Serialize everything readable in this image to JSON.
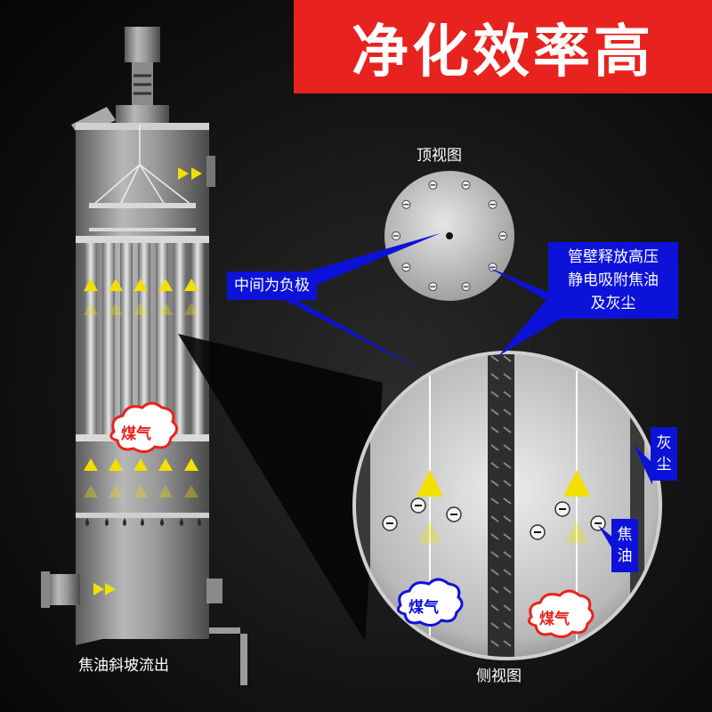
{
  "title": "净化效率高",
  "labels": {
    "top_view": "顶视图",
    "side_view": "侧视图",
    "slope_outflow": "焦油斜坡流出",
    "negative_center": "中间为负极",
    "wall_positive_line1": "管壁释放高压",
    "wall_positive_line2": "静电吸附焦油",
    "wall_positive_line3": "及灰尘",
    "dust": "灰尘",
    "tar": "焦油",
    "gas_main": "煤气",
    "gas_left": "煤气",
    "gas_right": "煤气"
  },
  "colors": {
    "banner": "#e8231f",
    "callout": "#0d12d8",
    "arrow": "#f2e000"
  }
}
